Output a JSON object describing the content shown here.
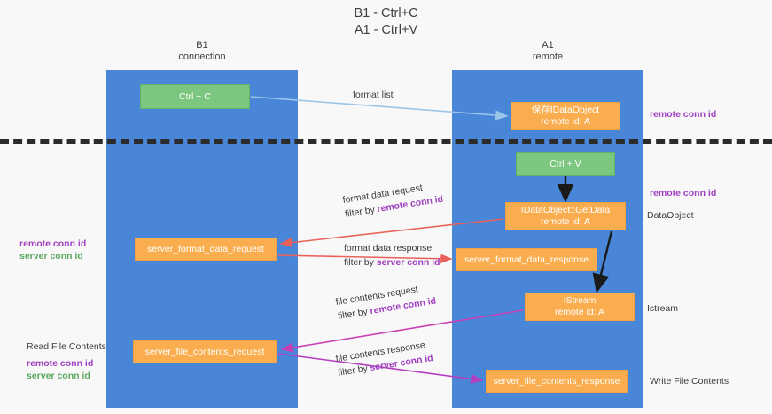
{
  "title": {
    "line1": "B1 - Ctrl+C",
    "line2": "A1 - Ctrl+V"
  },
  "lanes": [
    {
      "id": "b1",
      "name": "B1",
      "role": "connection"
    },
    {
      "id": "a1",
      "name": "A1",
      "role": "remote"
    }
  ],
  "nodes": {
    "ctrl_c": {
      "label": "Ctrl + C",
      "color": "#7bc77f"
    },
    "save_dataobject": {
      "line1": "保存IDataObject",
      "line2": "remote id: A",
      "color": "#f9ad4e"
    },
    "ctrl_v": {
      "label": "Ctrl + V",
      "color": "#7bc77f"
    },
    "getdata": {
      "line1": "IDataObject::GetData",
      "line2": "remote id: A",
      "color": "#f9ad4e"
    },
    "server_format_data_request": {
      "label": "server_format_data_request",
      "color": "#f9ad4e"
    },
    "server_format_data_response": {
      "label": "server_format_data_response",
      "color": "#f9ad4e"
    },
    "istream": {
      "line1": "IStream",
      "line2": "remote id: A",
      "color": "#f9ad4e"
    },
    "server_file_contents_request": {
      "label": "server_file_contents_request",
      "color": "#f9ad4e"
    },
    "server_file_contents_response": {
      "label": "server_file_contents_response",
      "color": "#f9ad4e"
    }
  },
  "edges": {
    "format_list": {
      "label": "format list",
      "color": "#a8cdea"
    },
    "format_data_request": {
      "label": "format data request",
      "filter_prefix": "filter by ",
      "filter_key": "remote conn id",
      "color": "#e8625a"
    },
    "format_data_response": {
      "label": "format data response",
      "filter_prefix": "filter by ",
      "filter_key": "server conn id",
      "color": "#e8625a"
    },
    "file_contents_request": {
      "label": "file contents request",
      "filter_prefix": "filter by ",
      "filter_key": "remote conn id",
      "color": "#c93fb4"
    },
    "file_contents_response": {
      "label": "file contents response",
      "filter_prefix": "filter by ",
      "filter_key": "server conn id",
      "color": "#b33fc0"
    }
  },
  "side_labels": {
    "remote_conn_id_top": "remote conn id",
    "remote_conn_id_mid": "remote conn id",
    "dataobject": "DataObject",
    "istream": "Istream",
    "write_file_contents": "Write File Contents",
    "read_file_contents": "Read File Contents",
    "left_remote_conn_id_1": "remote conn id",
    "left_server_conn_id_1": "server conn id",
    "left_remote_conn_id_2": "remote conn id",
    "left_server_conn_id_2": "server conn id"
  },
  "colors": {
    "lane": "#4a86d8",
    "node_green": "#7bc77f",
    "node_orange": "#f9ad4e",
    "purple": "#a03fc0",
    "green_text": "#5aa85f",
    "divider": "#2b2b2b",
    "background": "#f8f8f8"
  }
}
